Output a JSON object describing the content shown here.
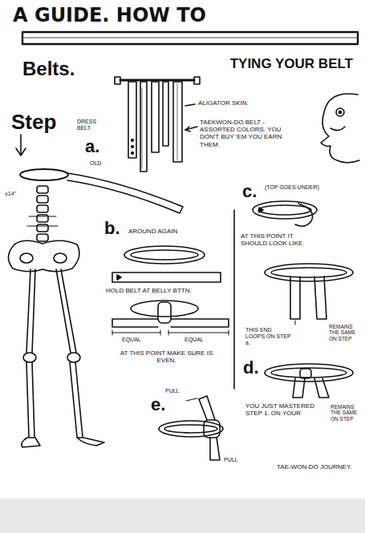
{
  "diagram": {
    "title": "A GUIDE. HOW TO",
    "labels": [
      "Belts.",
      "TYING YOUR BELT",
      "DRESS BELT.",
      "ALIGATOR SKIN.",
      "TAEKWON-DO BELT - ASSORTED COLORS. YOU DON'T BUY 'EM YOU EARN THEM.",
      "OLD",
      "Step",
      "a.",
      "±14\"",
      "b.",
      "AROUND AGAIN",
      "HOLD BELT AT BELLY BTTN.",
      "EQUAL",
      "EQUAL",
      "AT THIS POINT MAKE SURE IS EVEN.",
      "(TOP GOES UNDER)",
      "c.",
      "AT THIS POINT IT SHOULD LOOK LIKE",
      "THIS END LOOPS ON STEP a.",
      "REMAINS THE SAME ON STEP",
      "d.",
      "REMAINS THE SAME ON STEP",
      "e.",
      "PULL",
      "YOU JUST MASTERED STEP 1. ON YOUR",
      "PULL",
      "TAE-WON-DO JOURNEY."
    ]
  }
}
